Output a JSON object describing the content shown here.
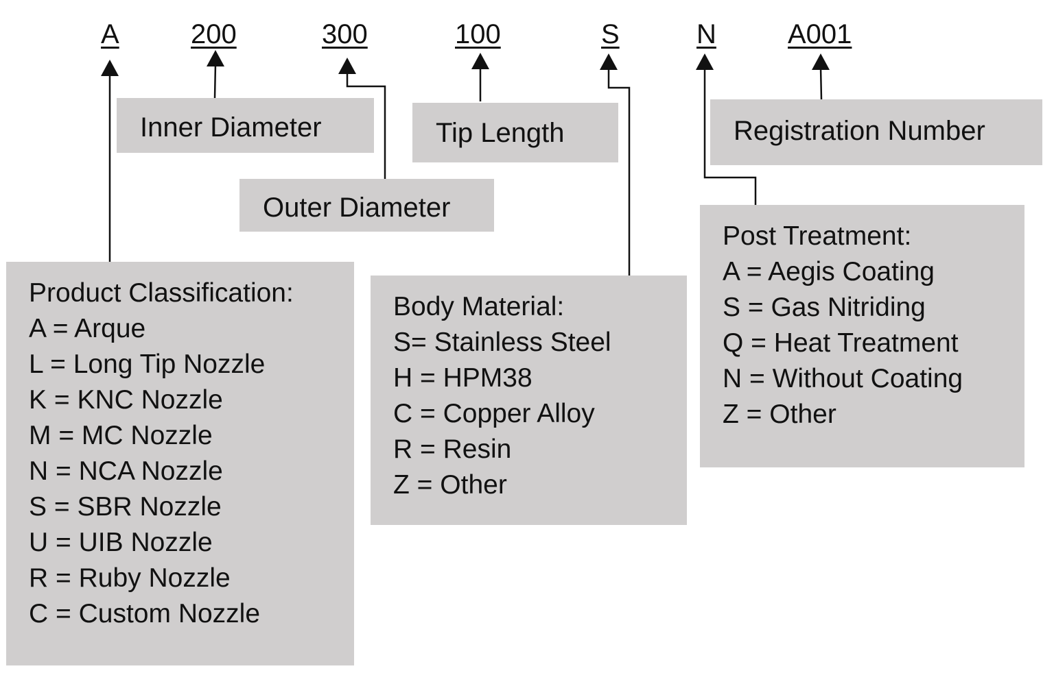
{
  "codes": {
    "classification": "A",
    "inner_diameter": "200",
    "outer_diameter": "300",
    "tip_length": "100",
    "body_material": "S",
    "post_treatment": "N",
    "registration": "A001"
  },
  "labels": {
    "inner_diameter": "Inner Diameter",
    "outer_diameter": "Outer Diameter",
    "tip_length": "Tip Length",
    "registration_number": "Registration Number"
  },
  "product_classification": {
    "title": "Product Classification:",
    "items": [
      "A = Arque",
      "L = Long Tip Nozzle",
      "K = KNC Nozzle",
      "M = MC Nozzle",
      "N = NCA Nozzle",
      "S = SBR Nozzle",
      "U = UIB Nozzle",
      "R = Ruby Nozzle",
      "C = Custom Nozzle"
    ]
  },
  "body_material": {
    "title": "Body Material:",
    "items": [
      "S= Stainless Steel",
      "H = HPM38",
      "C = Copper Alloy",
      "R = Resin",
      "Z = Other"
    ]
  },
  "post_treatment": {
    "title": "Post Treatment:",
    "items": [
      "A = Aegis Coating",
      "S = Gas Nitriding",
      "Q = Heat Treatment",
      "N = Without Coating",
      "Z = Other"
    ]
  },
  "colors": {
    "box_fill": "#d0cece",
    "text": "#111111",
    "line": "#111111"
  }
}
